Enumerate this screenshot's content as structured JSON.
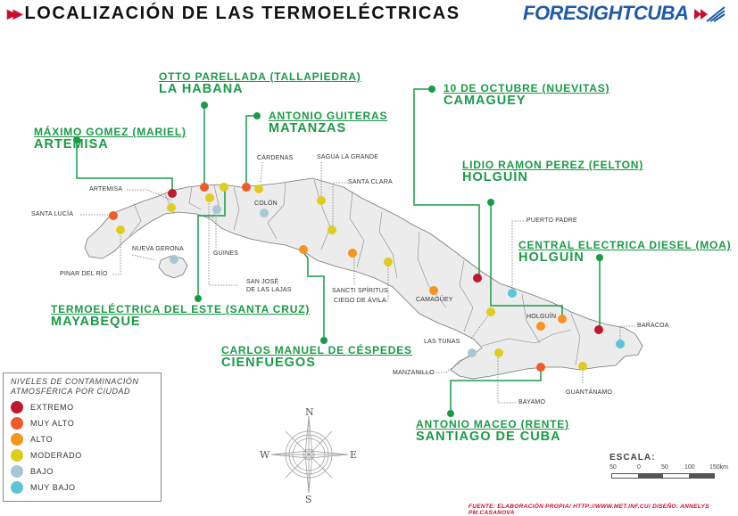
{
  "header": {
    "title": "LOCALIZACIÓN DE LAS TERMOELÉCTRICAS",
    "title_icon": "double-arrow-icon",
    "brand": "FORESIGHTCUBA",
    "brand_icon": "foresight-arrows-logo-icon"
  },
  "plants": [
    {
      "name": "OTTO PARELLADA (TALLAPIEDRA)",
      "province": "LA HABANA"
    },
    {
      "name": "ANTONIO GUITERAS",
      "province": "MATANZAS"
    },
    {
      "name": "MÁXIMO GOMEZ (MARIEL)",
      "province": "ARTEMISA"
    },
    {
      "name": "10 DE OCTUBRE (NUEVITAS)",
      "province": "CAMAGÜEY"
    },
    {
      "name": "LIDIO RAMON PEREZ (FELTON)",
      "province": "HOLGUÍN"
    },
    {
      "name": "CENTRAL ELECTRICA DIESEL (MOA)",
      "province": "HOLGUÍN"
    },
    {
      "name": "TERMOELÉCTRICA DEL ESTE (SANTA CRUZ)",
      "province": "MAYABEQUE"
    },
    {
      "name": "CARLOS MANUEL DE CÉSPEDES",
      "province": "CIENFUEGOS"
    },
    {
      "name": "ANTONIO MACEO (RENTE)",
      "province": "SANTIAGO DE CUBA"
    }
  ],
  "cities": [
    {
      "name": "ARTEMISA",
      "level": "extremo"
    },
    {
      "name": "SANTA LUCÍA",
      "level": "muy_alto"
    },
    {
      "name": "PINAR DEL RÍO",
      "level": "moderado"
    },
    {
      "name": "NUEVA GERONA",
      "level": "bajo"
    },
    {
      "name": "GUINES",
      "level": "bajo"
    },
    {
      "name": "SAN JOSÉ DE LAS LAJAS",
      "level": "moderado"
    },
    {
      "name": "CÁRDENAS",
      "level": "moderado"
    },
    {
      "name": "COLÓN",
      "level": "bajo"
    },
    {
      "name": "SAGUA LA GRANDE",
      "level": "moderado"
    },
    {
      "name": "SANTA CLARA",
      "level": "moderado"
    },
    {
      "name": "SANCTI SPÍRITUS",
      "level": "alto"
    },
    {
      "name": "CIEGO DE ÁVILA",
      "level": "moderado"
    },
    {
      "name": "CAMAGÜEY",
      "level": "alto"
    },
    {
      "name": "PUERTO PADRE",
      "level": "muy_bajo"
    },
    {
      "name": "LAS TUNAS",
      "level": "moderado"
    },
    {
      "name": "HOLGUÍN",
      "level": "alto"
    },
    {
      "name": "MANZANILLO",
      "level": "bajo"
    },
    {
      "name": "BAYAMO",
      "level": "moderado"
    },
    {
      "name": "GUANTÁNAMO",
      "level": "moderado"
    },
    {
      "name": "BARACOA",
      "level": "muy_bajo"
    }
  ],
  "city_labels": {
    "artemisa": "ARTEMISA",
    "santa_lucia": "SANTA LUCÍA",
    "pinar": "PINAR DEL RÍO",
    "gerona": "NUEVA GERONA",
    "guines": "GUINES",
    "sanjose1": "SAN JOSÉ",
    "sanjose2": "DE LAS LAJAS",
    "cardenas": "CÁRDENAS",
    "colon": "COLÓN",
    "sagua": "SAGUA LA GRANDE",
    "santaclara": "SANTA CLARA",
    "sancti": "SANCTI SPÍRITUS",
    "ciego": "CIEGO DE ÁVILA",
    "camaguey": "CAMAGÜEY",
    "puerto": "PUERTO PADRE",
    "tunas": "LAS TUNAS",
    "holguin": "HOLGUÍN",
    "manzanillo": "MANZANILLO",
    "bayamo": "BAYAMO",
    "guantanamo": "GUANTÁNAMO",
    "baracoa": "BARACOA"
  },
  "legend": {
    "title_line1": "NIVELES DE CONTAMINACIÓN",
    "title_line2": "ATMOSFÉRICA POR CIUDAD",
    "items": [
      {
        "label": "EXTREMO",
        "color": "#c0182f"
      },
      {
        "label": "MUY ALTO",
        "color": "#f05a28"
      },
      {
        "label": "ALTO",
        "color": "#f7941d"
      },
      {
        "label": "MODERADO",
        "color": "#dfcc1f"
      },
      {
        "label": "BAJO",
        "color": "#a8c8d4"
      },
      {
        "label": "MUY BAJO",
        "color": "#5bc4d8"
      }
    ]
  },
  "compass": {
    "n": "N",
    "s": "S",
    "e": "E",
    "w": "W"
  },
  "scale": {
    "title": "ESCALA:",
    "ticks": [
      "50",
      "0",
      "50",
      "100",
      "150km"
    ]
  },
  "source": "FUENTE: ELABORACIÓN PROPIA/ HTTP://WWW.MET.INF.CU/ DISEÑO: ANNELYS PM.CASANOVA",
  "colors": {
    "accent_green": "#1a9a47",
    "brand_blue": "#1e5aa8",
    "red": "#c8102e",
    "land": "#ececec"
  }
}
